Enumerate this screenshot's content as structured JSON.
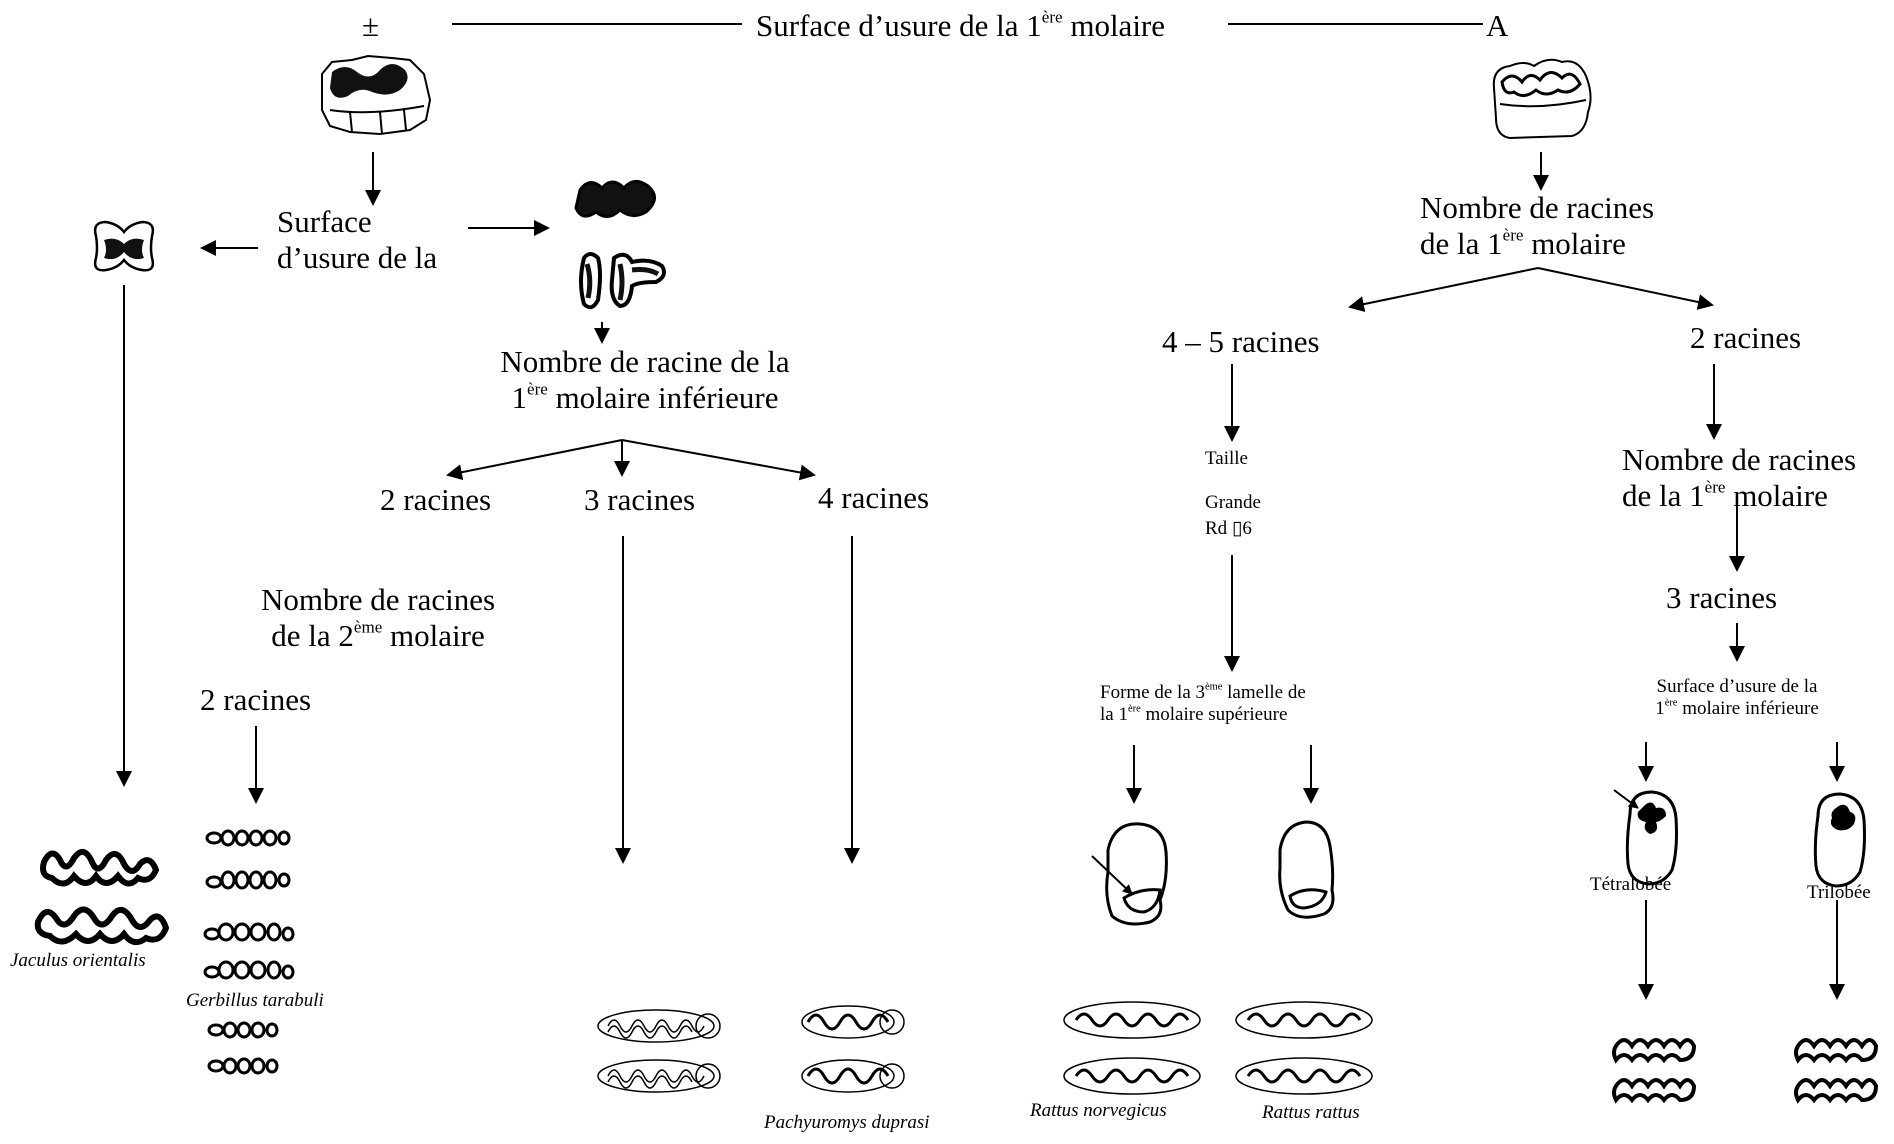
{
  "root": {
    "left_marker": "±",
    "title_pre": "Surface d’usure de la 1",
    "title_sup": "ère",
    "title_post": " molaire",
    "right_marker": "A"
  },
  "left_branch": {
    "surface2_line1": "Surface",
    "surface2_line2": "d’usure de la",
    "nroot_line1": "Nombre de racine de la",
    "nroot_line2_sup": "ère",
    "nroot_line2_post": " molaire inférieure",
    "opt_2": "2 racines",
    "opt_3": "3 racines",
    "opt_4": "4 racines",
    "m2_line1": "Nombre de racines",
    "m2_line2_pre": "de la 2",
    "m2_line2_sup": "ème",
    "m2_line2_post": " molaire",
    "m2_opt": "2 racines"
  },
  "right_branch": {
    "nroot_line1": "Nombre de racines",
    "nroot_line2_pre": "de la 1",
    "nroot_line2_sup": "ère",
    "nroot_line2_post": " molaire",
    "opt_45": "4 – 5 racines",
    "opt_2": "2 racines",
    "taille": "Taille",
    "grande": "Grande",
    "rd": "Rd ▯6",
    "forme_line1_pre": "Forme de la 3",
    "forme_line1_sup": "ème",
    "forme_line1_post": " lamelle de",
    "forme_line2_pre": "la 1",
    "forme_line2_sup": "ère",
    "forme_line2_post": " molaire  supérieure",
    "nroot2_line1": "Nombre de racines",
    "nroot2_line2_pre": "de la 1",
    "nroot2_line2_sup": "ère",
    "nroot2_line2_post": " molaire",
    "opt_3": "3 racines",
    "surf_line1": "Surface d’usure de la",
    "surf_line2_pre": "1",
    "surf_line2_sup": "ère",
    "surf_line2_post": " molaire inférieure",
    "tetra": "Tétralobée",
    "tri": "Trilobée"
  },
  "species": {
    "jaculus": "Jaculus orientalis",
    "gerbillus": "Gerbillus tarabuli",
    "pachyuromys": "Pachyuromys duprasi",
    "norvegicus": "Rattus norvegicus",
    "rattus": "Rattus rattus"
  }
}
